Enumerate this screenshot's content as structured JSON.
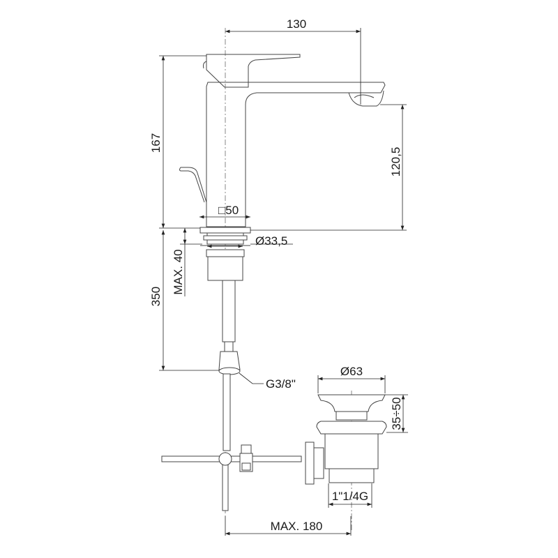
{
  "drawing": {
    "title": "Basin mixer technical drawing",
    "dimensions": {
      "spout_reach": "130",
      "total_height": "167",
      "spout_height": "120,5",
      "body_square": "□50",
      "hole_diameter": "Ø33,5",
      "max_deck_thickness": "MAX. 40",
      "hose_length": "350",
      "hose_connection": "G3/8\"",
      "waste_diameter": "Ø63",
      "waste_height_range": "35÷50",
      "waste_thread": "1\"1/4G",
      "max_rod_length": "MAX. 180"
    }
  }
}
